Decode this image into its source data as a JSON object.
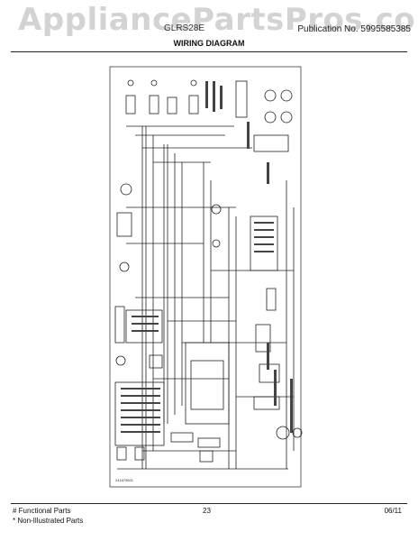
{
  "watermark": "AppliancePartsPros.com",
  "header": {
    "model": "GLRS28E",
    "publication": "Publication No. 5995585385"
  },
  "diagram": {
    "title": "WIRING DIAGRAM",
    "code_label": "241879601"
  },
  "footer": {
    "functional_parts": "# Functional Parts",
    "non_illustrated_parts": "* Non-Illustrated Parts",
    "page_number": "23",
    "date": "06/11"
  }
}
